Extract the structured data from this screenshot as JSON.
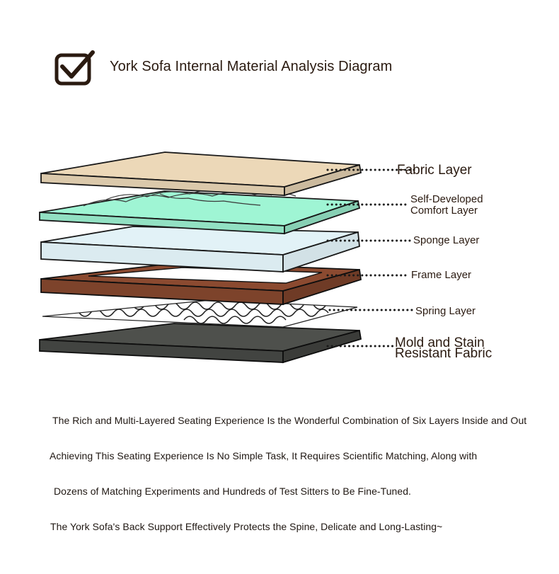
{
  "header": {
    "title": "York Sofa Internal Material Analysis Diagram",
    "icon": "check-box-icon"
  },
  "layers": [
    {
      "id": "fabric",
      "label": "Fabric Layer",
      "color": "#ecd8b8"
    },
    {
      "id": "comfort",
      "label_line1": "Self-Developed",
      "label_line2": "Comfort Layer",
      "color": "#9ff5d4"
    },
    {
      "id": "sponge",
      "label": "Sponge Layer",
      "color": "#e2f2f7"
    },
    {
      "id": "frame",
      "label": "Frame Layer",
      "color": "#8b4a30"
    },
    {
      "id": "spring",
      "label": "Spring Layer",
      "color": "#ffffff"
    },
    {
      "id": "mold",
      "label_line1": "Mold and Stain",
      "label_line2": "Resistant Fabric",
      "color": "#4e504c"
    }
  ],
  "description": [
    "The Rich and Multi-Layered Seating Experience Is the Wonderful Combination of Six Layers Inside and Out",
    "Achieving This Seating Experience Is No Simple Task, It Requires Scientific Matching, Along with",
    "Dozens of Matching Experiments and Hundreds of Test Sitters to Be Fine-Tuned.",
    "The York Sofa's Back Support Effectively Protects the Spine, Delicate and Long-Lasting~"
  ]
}
